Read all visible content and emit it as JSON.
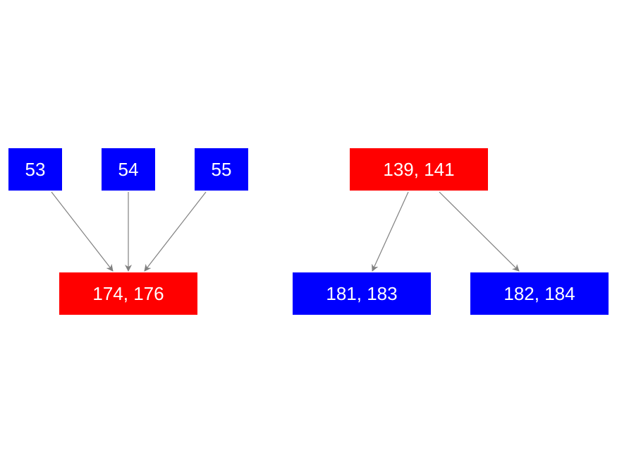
{
  "colors": {
    "source_node": "#0000ff",
    "merge_node": "#ff0000",
    "edge": "#808080",
    "text": "#ffffff",
    "background": "#ffffff"
  },
  "left_graph": {
    "sources": [
      {
        "label": "53"
      },
      {
        "label": "54"
      },
      {
        "label": "55"
      }
    ],
    "target": {
      "label": "174, 176"
    }
  },
  "right_graph": {
    "source": {
      "label": "139, 141"
    },
    "targets": [
      {
        "label": "181, 183"
      },
      {
        "label": "182, 184"
      }
    ]
  }
}
